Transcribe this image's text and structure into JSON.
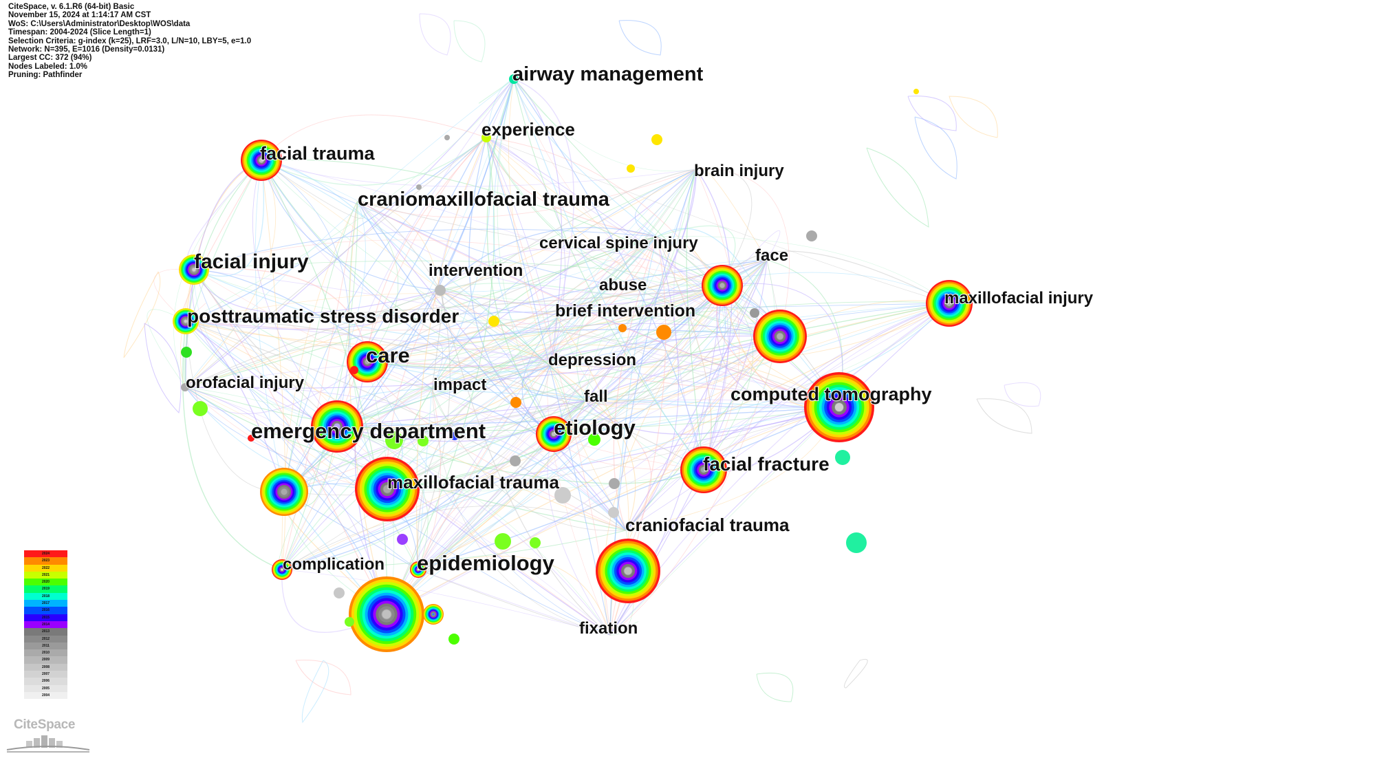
{
  "info": [
    "CiteSpace, v. 6.1.R6 (64-bit) Basic",
    "November 15, 2024 at 1:14:17 AM CST",
    "WoS: C:\\Users\\Administrator\\Desktop\\WOS\\data",
    "Timespan: 2004-2024 (Slice Length=1)",
    "Selection Criteria: g-index (k=25), LRF=3.0, L/N=10, LBY=5, e=1.0",
    "Network: N=395, E=1016 (Density=0.0131)",
    "Largest CC: 372 (94%)",
    "Nodes Labeled: 1.0%",
    "Pruning: Pathfinder"
  ],
  "keywords": [
    "airway management",
    "experience",
    "facial trauma",
    "brain injury",
    "craniomaxillofacial trauma",
    "cervical spine injury",
    "facial injury",
    "intervention",
    "face",
    "abuse",
    "maxillofacial injury",
    "posttraumatic stress disorder",
    "brief intervention",
    "care",
    "depression",
    "orofacial injury",
    "impact",
    "fall",
    "computed tomography",
    "emergency department",
    "etiology",
    "facial fracture",
    "maxillofacial trauma",
    "craniofacial trauma",
    "complication",
    "epidemiology",
    "fixation"
  ],
  "legend": {
    "years": [
      "2024",
      "2023",
      "2022",
      "2021",
      "2020",
      "2019",
      "2018",
      "2017",
      "2016",
      "2015",
      "2014",
      "2013",
      "2012",
      "2011",
      "2010",
      "2009",
      "2008",
      "2007",
      "2006",
      "2005",
      "2004"
    ],
    "colors": [
      "#ff1a1a",
      "#ff8a00",
      "#ffd800",
      "#c8ff00",
      "#4cff00",
      "#00ff6a",
      "#00ffd0",
      "#00b4ff",
      "#0050ff",
      "#2a00ff",
      "#9a00ff",
      "#7a7a7a",
      "#8a8a8a",
      "#9a9a9a",
      "#aaaaaa",
      "#b8b8b8",
      "#c6c6c6",
      "#d2d2d2",
      "#dcdcdc",
      "#e6e6e6",
      "#f0f0f0"
    ]
  },
  "logo": {
    "text": "CiteSpace"
  }
}
